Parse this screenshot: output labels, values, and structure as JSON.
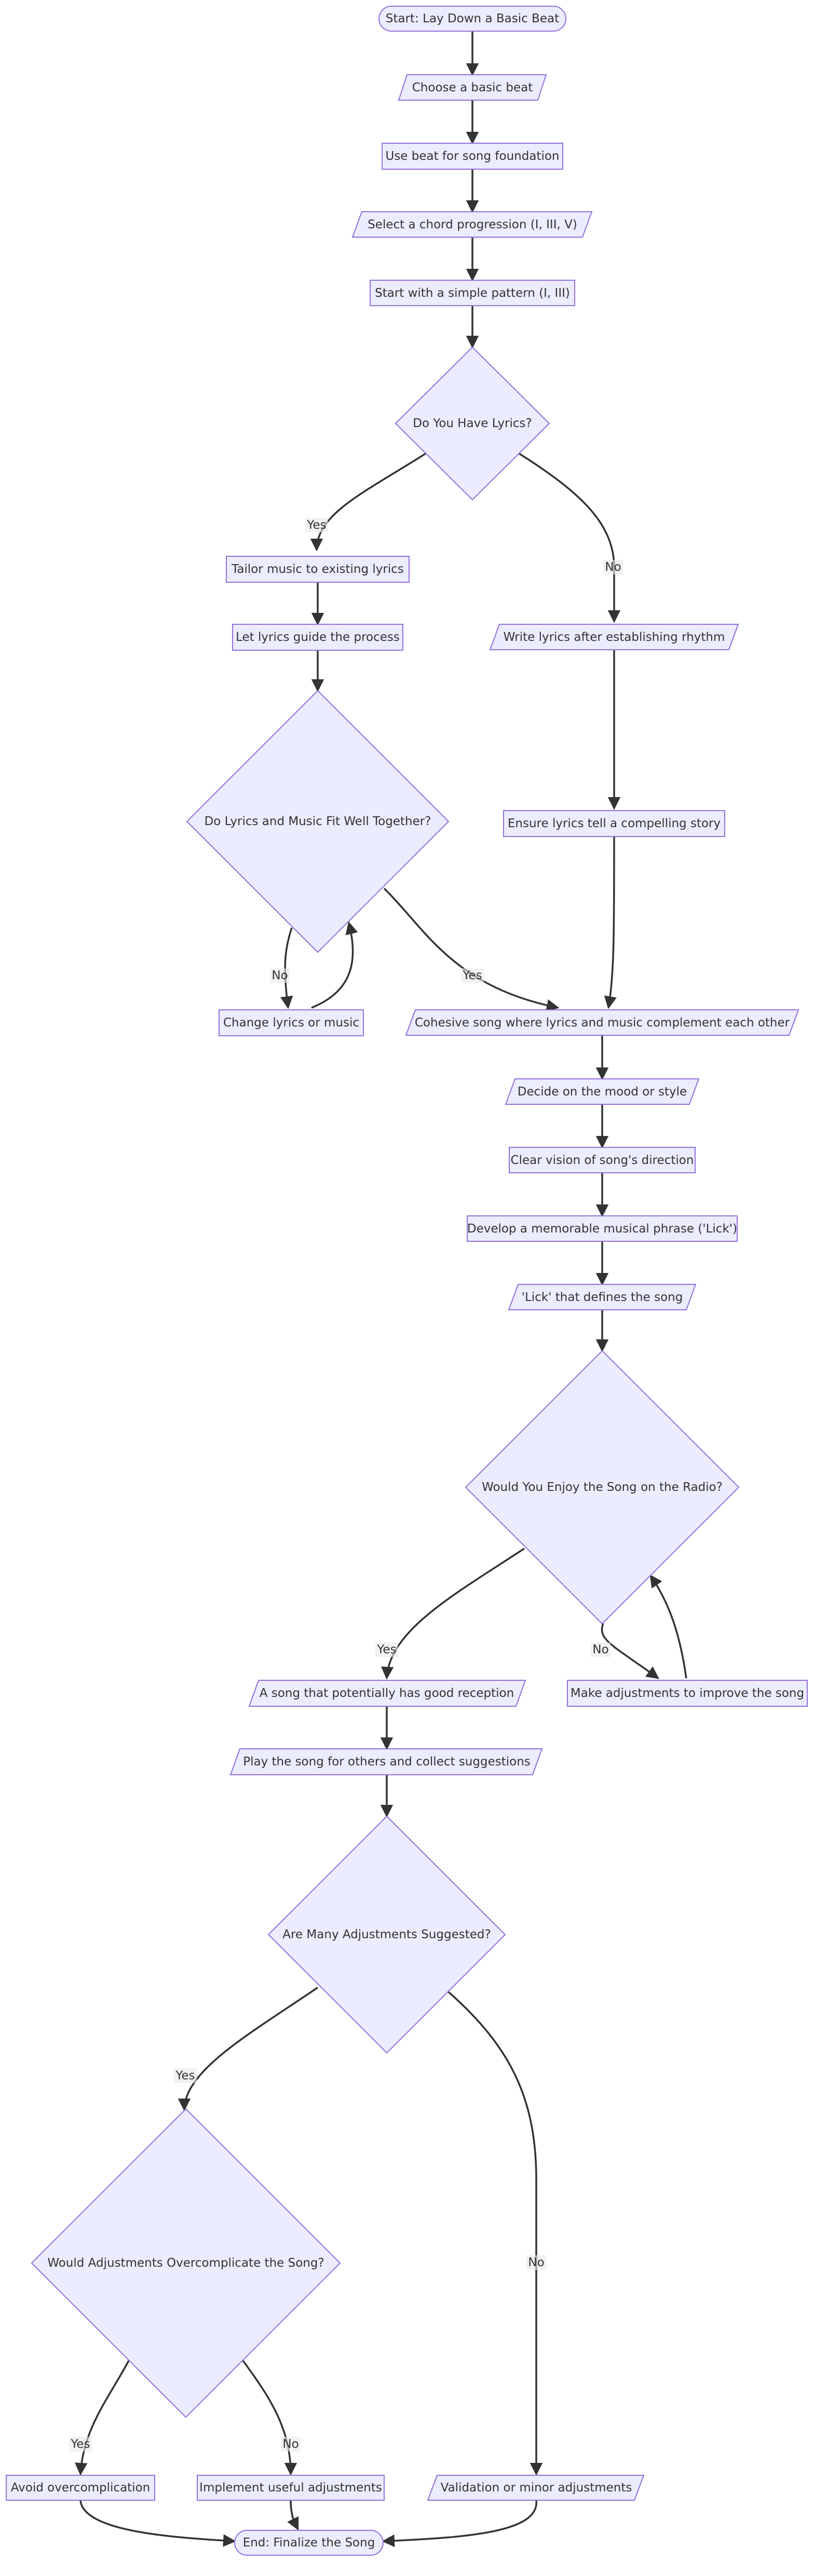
{
  "nodes": {
    "start": "Start: Lay Down a Basic Beat",
    "choose_beat": "Choose a basic beat",
    "use_beat": "Use beat for song foundation",
    "select_chords": "Select a chord progression (I, III, V)",
    "simple_pattern": "Start with a simple pattern (I, III)",
    "have_lyrics": "Do You Have Lyrics?",
    "tailor_music": "Tailor music to existing lyrics",
    "lyrics_guide": "Let lyrics guide the process",
    "write_lyrics": "Write lyrics after establishing rhythm",
    "fit_together": "Do Lyrics and Music Fit Well Together?",
    "compelling_story": "Ensure lyrics tell a compelling story",
    "change_lyrics": "Change lyrics or music",
    "cohesive_song": "Cohesive song where lyrics and music complement each other",
    "mood_style": "Decide on the mood or style",
    "clear_vision": "Clear vision of song's direction",
    "develop_lick": "Develop a memorable musical phrase ('Lick')",
    "lick_defines": "'Lick' that defines the song",
    "enjoy_radio": "Would You Enjoy the Song on the Radio?",
    "good_reception": "A song that potentially has good reception",
    "make_adjustments": "Make adjustments to improve the song",
    "play_for_others": "Play the song for others and collect suggestions",
    "many_adjustments": "Are Many Adjustments Suggested?",
    "overcomplicate": "Would Adjustments Overcomplicate the Song?",
    "avoid_overcomplication": "Avoid overcomplication",
    "implement_useful": "Implement useful adjustments",
    "validation_minor": "Validation or minor adjustments",
    "end": "End: Finalize the Song"
  },
  "edge_labels": {
    "yes": "Yes",
    "no": "No"
  },
  "colors": {
    "node_fill": "#ECECFF",
    "node_stroke": "#9370DB",
    "edge": "#333333",
    "text": "#333333"
  }
}
